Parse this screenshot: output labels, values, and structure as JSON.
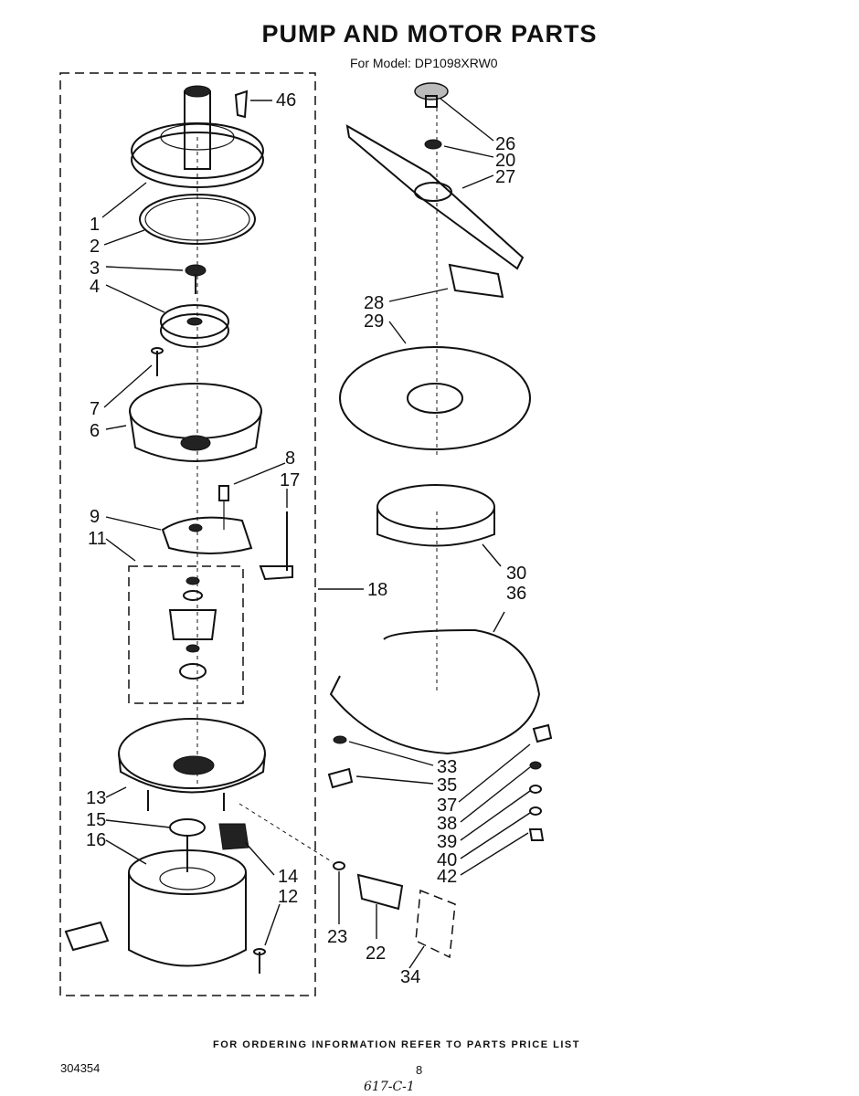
{
  "page": {
    "title": "PUMP AND MOTOR PARTS",
    "subtitle": "For Model: DP1098XRW0",
    "footer_note": "FOR ORDERING INFORMATION REFER TO PARTS PRICE LIST",
    "doc_number": "304354",
    "page_number": "8",
    "handwritten_mark": "617-C-1"
  },
  "callouts": [
    {
      "id": "46",
      "label": "46"
    },
    {
      "id": "1",
      "label": "1"
    },
    {
      "id": "2",
      "label": "2"
    },
    {
      "id": "3",
      "label": "3"
    },
    {
      "id": "4",
      "label": "4"
    },
    {
      "id": "7",
      "label": "7"
    },
    {
      "id": "6",
      "label": "6"
    },
    {
      "id": "8",
      "label": "8"
    },
    {
      "id": "17",
      "label": "17"
    },
    {
      "id": "9",
      "label": "9"
    },
    {
      "id": "11",
      "label": "11"
    },
    {
      "id": "18",
      "label": "18"
    },
    {
      "id": "13",
      "label": "13"
    },
    {
      "id": "15",
      "label": "15"
    },
    {
      "id": "16",
      "label": "16"
    },
    {
      "id": "14",
      "label": "14"
    },
    {
      "id": "12",
      "label": "12"
    },
    {
      "id": "23",
      "label": "23"
    },
    {
      "id": "22",
      "label": "22"
    },
    {
      "id": "34",
      "label": "34"
    },
    {
      "id": "26",
      "label": "26"
    },
    {
      "id": "20",
      "label": "20"
    },
    {
      "id": "27",
      "label": "27"
    },
    {
      "id": "28",
      "label": "28"
    },
    {
      "id": "29",
      "label": "29"
    },
    {
      "id": "30",
      "label": "30"
    },
    {
      "id": "36",
      "label": "36"
    },
    {
      "id": "33",
      "label": "33"
    },
    {
      "id": "35",
      "label": "35"
    },
    {
      "id": "37",
      "label": "37"
    },
    {
      "id": "38",
      "label": "38"
    },
    {
      "id": "39",
      "label": "39"
    },
    {
      "id": "40",
      "label": "40"
    },
    {
      "id": "42",
      "label": "42"
    }
  ]
}
